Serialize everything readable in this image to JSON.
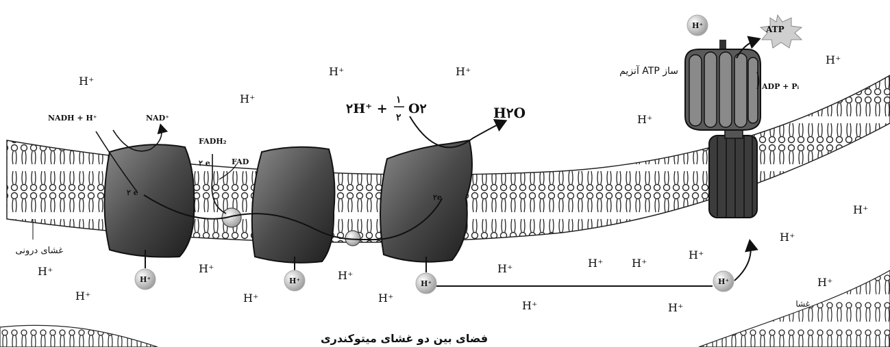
{
  "labels": {
    "nadh": "NADH + H⁺",
    "nad": "NAD⁺",
    "fadh2": "FADH₂",
    "fad": "FAD",
    "two_e": "۲ e",
    "two_e_b": "۲ e",
    "two_e_c": "۲e",
    "water_eq_left": "۲H⁺ + ",
    "water_frac_num": "۱",
    "water_frac_den": "۲",
    "water_eq_o2": "O۲",
    "water_product": "H۲O",
    "atp": "ATP",
    "adp": "ADP + Pᵢ",
    "atp_synthase": "آنزیم ATP ساز",
    "inner_membrane": "غشای درونی",
    "outer_membrane": "غشا",
    "intermembrane_space": "فضای بین دو غشای میتوکندری",
    "proton": "H⁺"
  },
  "colors": {
    "protein": "#4a4a4a",
    "membrane": "#222222",
    "background": "#ffffff"
  }
}
